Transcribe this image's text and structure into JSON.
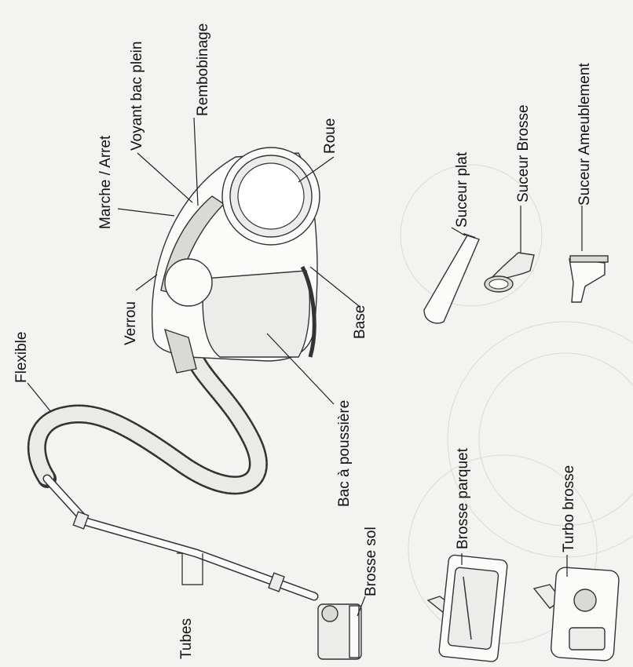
{
  "labels": {
    "flexible": "Flexible",
    "verrou": "Verrou",
    "marche_arret": "Marche / Arret",
    "voyant": "Voyant bac plein",
    "rembobinage": "Rembobinage",
    "roue": "Roue",
    "base": "Base",
    "bac": "Bac à poussière",
    "tubes": "Tubes",
    "brosse_sol": "Brosse sol",
    "suceur_plat": "Suceur plat",
    "suceur_brosse": "Suceur Brosse",
    "suceur_ameublement": "Suceur Ameublement",
    "brosse_parquet": "Brosse parquet",
    "turbo_brosse": "Turbo brosse"
  }
}
